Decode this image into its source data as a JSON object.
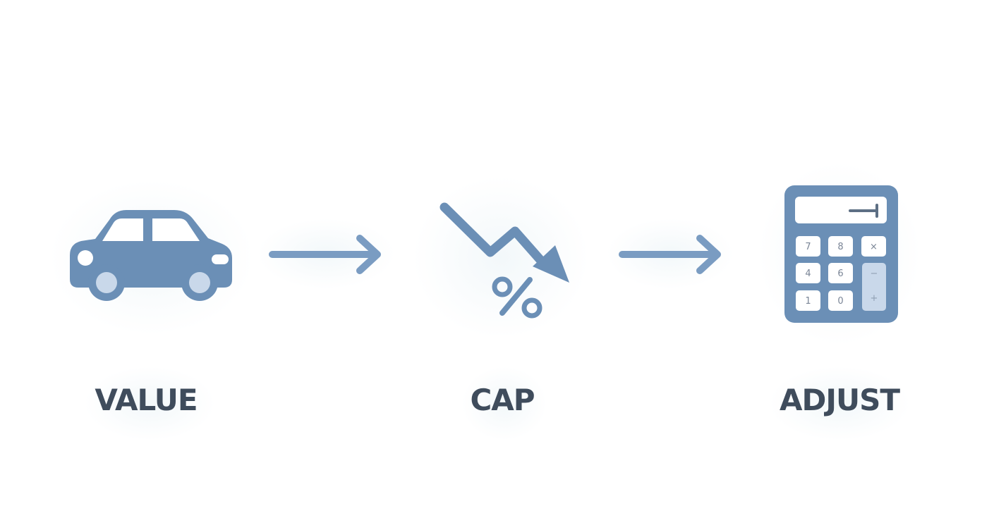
{
  "colors": {
    "icon": "#6b8fb6",
    "icon_light": "#c9d8ea",
    "arrow": "#7a9cc2",
    "label": "#3f4c5c",
    "background": "#ffffff"
  },
  "steps": [
    {
      "label": "VALUE",
      "icon": "car-icon"
    },
    {
      "label": "CAP",
      "icon": "trend-down-percent-icon"
    },
    {
      "label": "ADJUST",
      "icon": "calculator-icon"
    }
  ],
  "connectors": [
    "arrow-right-icon",
    "arrow-right-icon"
  ],
  "calculator": {
    "keys": {
      "k7": "7",
      "k8": "8",
      "kx": "×",
      "k4": "4",
      "k6": "6",
      "kminus": "−",
      "k1": "1",
      "k0": "0",
      "kplus": "+"
    }
  }
}
